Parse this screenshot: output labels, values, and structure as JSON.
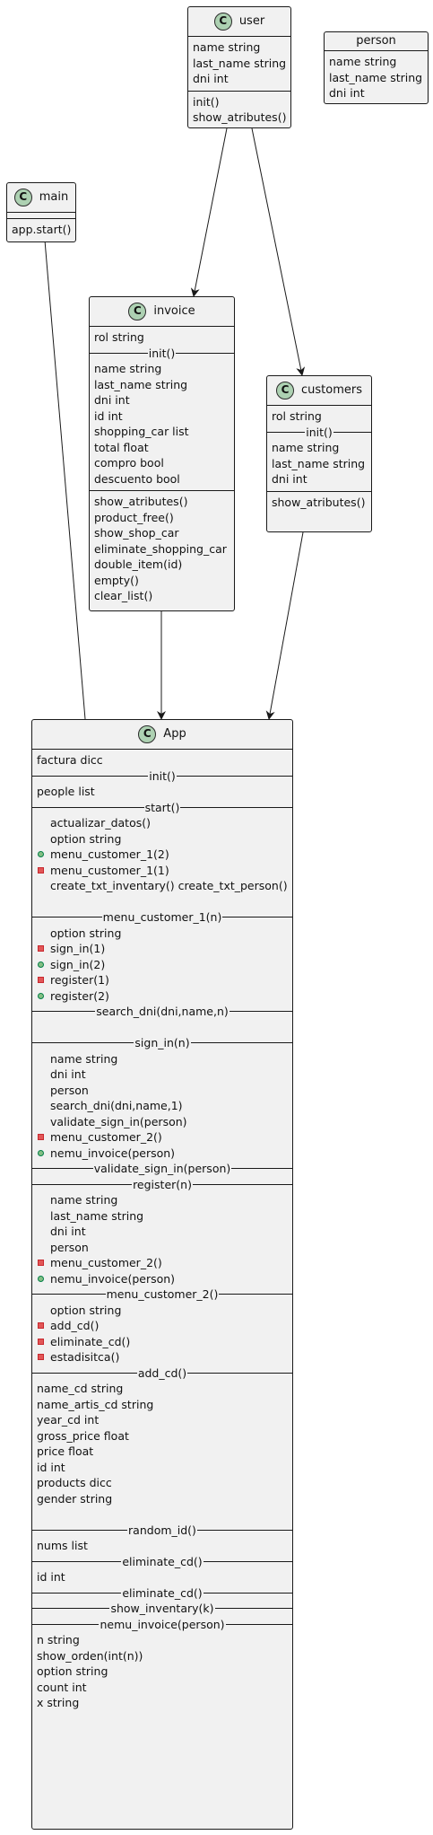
{
  "classes": {
    "user": {
      "name": "user",
      "badge": "C",
      "sections": [
        {
          "rows": [
            {
              "text": "name string"
            },
            {
              "text": "last_name string"
            },
            {
              "text": "dni int"
            }
          ]
        },
        {
          "rows": [
            {
              "text": "init()"
            },
            {
              "text": "show_atributes()"
            }
          ]
        }
      ]
    },
    "person": {
      "name": "person",
      "sections": [
        {
          "rows": [
            {
              "text": "name string"
            },
            {
              "text": "last_name string"
            },
            {
              "text": "dni int"
            }
          ]
        }
      ]
    },
    "main": {
      "name": "main",
      "badge": "C",
      "sections": [
        {
          "rows": []
        },
        {
          "rows": [
            {
              "text": "app.start()"
            }
          ]
        }
      ]
    },
    "invoice": {
      "name": "invoice",
      "badge": "C",
      "sections": [
        {
          "rows": [
            {
              "text": "rol string"
            },
            {
              "divider": "init()"
            },
            {
              "text": "name string"
            },
            {
              "text": "last_name string"
            },
            {
              "text": "dni int"
            },
            {
              "text": "id int"
            },
            {
              "text": "shopping_car list"
            },
            {
              "text": "total float"
            },
            {
              "text": "compro bool"
            },
            {
              "text": "descuento bool"
            }
          ]
        },
        {
          "rows": [
            {
              "text": "show_atributes()"
            },
            {
              "text": "product_free()"
            },
            {
              "text": "show_shop_car"
            },
            {
              "text": "eliminate_shopping_car"
            },
            {
              "text": "double_item(id)"
            },
            {
              "text": "empty()"
            },
            {
              "text": "clear_list()"
            }
          ]
        }
      ]
    },
    "customers": {
      "name": "customers",
      "badge": "C",
      "sections": [
        {
          "rows": [
            {
              "text": "rol string"
            },
            {
              "divider": "init()"
            },
            {
              "text": "name string"
            },
            {
              "text": "last_name string"
            },
            {
              "text": "dni int"
            }
          ]
        },
        {
          "rows": [
            {
              "text": "show_atributes()"
            }
          ]
        }
      ]
    },
    "app": {
      "name": "App",
      "badge": "C",
      "sections": [
        {
          "rows": [
            {
              "text": "factura dicc"
            },
            {
              "divider": "init()"
            },
            {
              "text": "people list"
            },
            {
              "divider": "start()"
            },
            {
              "text": "actualizar_datos()",
              "indent": true
            },
            {
              "text": "option string",
              "indent": true
            },
            {
              "text": "menu_customer_1(2)",
              "vis": "public"
            },
            {
              "text": "menu_customer_1(1)",
              "vis": "private"
            },
            {
              "text": "create_txt_inventary() create_txt_person()",
              "indent": true
            },
            {
              "blank": true
            },
            {
              "divider": "menu_customer_1(n)"
            },
            {
              "text": "option string",
              "indent": true
            },
            {
              "text": "sign_in(1)",
              "vis": "private"
            },
            {
              "text": "sign_in(2)",
              "vis": "public"
            },
            {
              "text": "register(1)",
              "vis": "private"
            },
            {
              "text": "register(2)",
              "vis": "public"
            },
            {
              "divider": "search_dni(dni,name,n)"
            },
            {
              "blank": true
            },
            {
              "divider": "sign_in(n)"
            },
            {
              "text": "name string",
              "indent": true
            },
            {
              "text": "dni int",
              "indent": true
            },
            {
              "text": "person",
              "indent": true
            },
            {
              "text": "search_dni(dni,name,1)",
              "indent": true
            },
            {
              "text": "validate_sign_in(person)",
              "indent": true
            },
            {
              "text": "menu_customer_2()",
              "vis": "private"
            },
            {
              "text": "nemu_invoice(person)",
              "vis": "public"
            },
            {
              "divider": "validate_sign_in(person)"
            },
            {
              "divider": "register(n)"
            },
            {
              "text": "name string",
              "indent": true
            },
            {
              "text": "last_name string",
              "indent": true
            },
            {
              "text": "dni int",
              "indent": true
            },
            {
              "text": "person",
              "indent": true
            },
            {
              "text": "menu_customer_2()",
              "vis": "private"
            },
            {
              "text": "nemu_invoice(person)",
              "vis": "public"
            },
            {
              "divider": "menu_customer_2()"
            },
            {
              "text": "option string",
              "indent": true
            },
            {
              "text": "add_cd()",
              "vis": "private"
            },
            {
              "text": "eliminate_cd()",
              "vis": "private"
            },
            {
              "text": "estadisitca()",
              "vis": "private"
            },
            {
              "divider": "add_cd()"
            },
            {
              "text": "name_cd string"
            },
            {
              "text": "name_artis_cd string"
            },
            {
              "text": "year_cd int"
            },
            {
              "text": "gross_price float"
            },
            {
              "text": "price float"
            },
            {
              "text": "id int"
            },
            {
              "text": "products dicc"
            },
            {
              "text": "gender string"
            },
            {
              "blank": true
            },
            {
              "divider": "random_id()"
            },
            {
              "text": "nums list"
            },
            {
              "divider": "eliminate_cd()"
            },
            {
              "text": "id int"
            },
            {
              "divider": "eliminate_cd()"
            },
            {
              "divider": "show_inventary(k)"
            },
            {
              "divider": "nemu_invoice(person)"
            },
            {
              "text": "n string"
            },
            {
              "text": "show_orden(int(n))"
            },
            {
              "text": "option string"
            },
            {
              "text": "count int"
            },
            {
              "text": "x string"
            }
          ]
        }
      ]
    }
  },
  "relations": [
    {
      "from": "user",
      "to": "invoice"
    },
    {
      "from": "user",
      "to": "customers"
    },
    {
      "from": "app",
      "to": "main"
    },
    {
      "from": "invoice",
      "to": "app"
    },
    {
      "from": "customers",
      "to": "app"
    }
  ]
}
